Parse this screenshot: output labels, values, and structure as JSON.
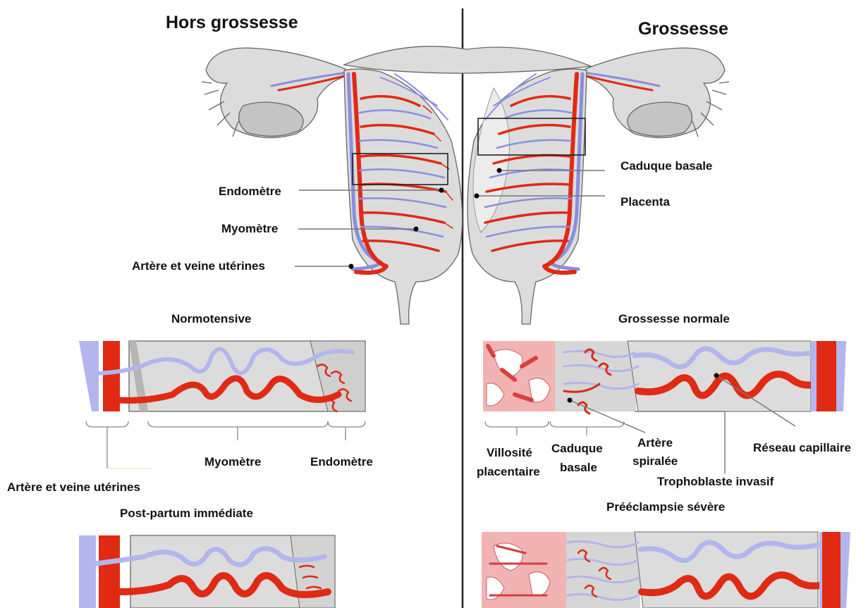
{
  "left": {
    "title": "Hors grossesse",
    "labels": {
      "endometre": "Endomètre",
      "myometre": "Myomètre",
      "artere_veine": "Artère et veine utérines"
    },
    "normotensive": {
      "title": "Normotensive",
      "braces": {
        "myometre": "Myomètre",
        "endometre": "Endomètre",
        "artere_veine": "Artère et veine utérines"
      }
    },
    "postpartum": {
      "title": "Post-partum immédiate"
    }
  },
  "right": {
    "title": "Grossesse",
    "labels": {
      "caduque_basale": "Caduque basale",
      "placenta": "Placenta"
    },
    "normal": {
      "title": "Grossesse normale",
      "villosite_1": "Villosité",
      "villosite_2": "placentaire",
      "caduque_1": "Caduque",
      "caduque_2": "basale",
      "artere_1": "Artère",
      "artere_2": "spiralée",
      "reseau": "Réseau capillaire",
      "trophoblaste": "Trophoblaste invasif"
    },
    "preeclampsie": {
      "title": "Prééclampsie sévère"
    }
  },
  "colors": {
    "artery": "#e02a14",
    "vein": "#8a8ee0",
    "tissue": "#dcdcdc",
    "placenta": "#f2b3b3"
  }
}
